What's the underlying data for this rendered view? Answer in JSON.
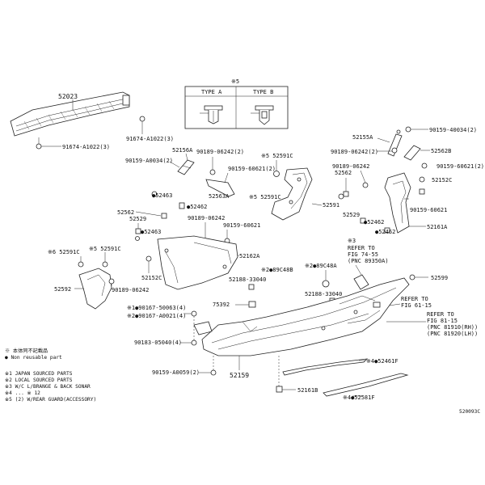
{
  "inset": {
    "heading": "※5",
    "type_a": "TYPE A",
    "type_b": "TYPE B"
  },
  "labels": {
    "l52023": "52023",
    "l91674a": "91674-A1022(3)",
    "l91674b": "91674-A1022(3)",
    "l52155a": "52155A",
    "l90159_40034_r": "90159-40034(2)",
    "l90189_06242_r": "90189-06242(2)",
    "l52562b": "52562B",
    "l90159_60621_r": "90159-60621(2)",
    "l52156a": "52156A",
    "l90189_06242_t": "90189-06242(2)",
    "l52591c_top": "※5 52591C",
    "l90159_40034_l": "90159-A0034(2)",
    "l90159_60621_m": "90159-60621(2)",
    "l52562_r": "52562",
    "l90189_06242_rr": "90189-06242",
    "l52152c_r": "52152C",
    "l52463_a": "●52463",
    "l52563a": "52563A",
    "l52591c_mid": "※5 52591C",
    "l52591": "52591",
    "l52562_l": "52562",
    "l52529_l": "52529",
    "l52462_a": "●52462",
    "l90189_06242_m": "90189-06242",
    "l90159_60621_mm": "90159-60621",
    "l52529_r": "52529",
    "l52462_b": "●52462",
    "l90159_60621_rr": "90159-60621",
    "l52161a": "52161A",
    "l52462_c": "●52462",
    "l52463_b": "●52463",
    "l52591c_left": "※6 52591C",
    "l52591c_left2": "※5 52591C",
    "l52162a": "52162A",
    "l52152c_l": "52152C",
    "l52592": "52592",
    "l90189_06242_l": "90189-06242",
    "l89c48b": "※2●89C48B",
    "l89c48a": "※2●89C48A",
    "l52188_l": "52188-33040",
    "l52188_r": "52188-33040",
    "l52599": "52599",
    "l75392": "75392",
    "l90167_50063": "※1●90167-50063(4)",
    "l90167_60021": "※2●90167-A0021(4)",
    "l90183_05040": "90183-05040(4)",
    "l90159_a0059": "90159-A0059(2)",
    "l52159": "52159",
    "l52461f": "※4●52461F",
    "l52161b": "52161B",
    "l52581f": "※4●52581F",
    "refer1_a": "※3",
    "refer1_b": "REFER TO",
    "refer1_c": "FIG 74-55",
    "refer1_d": "(PNC 89350A)",
    "refer2_a": "REFER TO",
    "refer2_b": "FIG 61-15",
    "refer3_a": "REFER TO",
    "refer3_b": "FIG 81-15",
    "refer3_c": "(PNC 81910(RH))",
    "refer3_d": "(PNC 81920(LH))",
    "code": "520093C"
  },
  "notes": [
    "※ 本体同不記載品",
    "● Non reusable part",
    "※1 JAPAN SOURCED PARTS",
    "※2 LOCAL SOURCED PARTS",
    "※3 W/C L/BRANGE & BACK SONAR",
    "※4 ...  ※ 12",
    "※5 (2)        W/REAR GUARD(ACCESSORY)"
  ]
}
